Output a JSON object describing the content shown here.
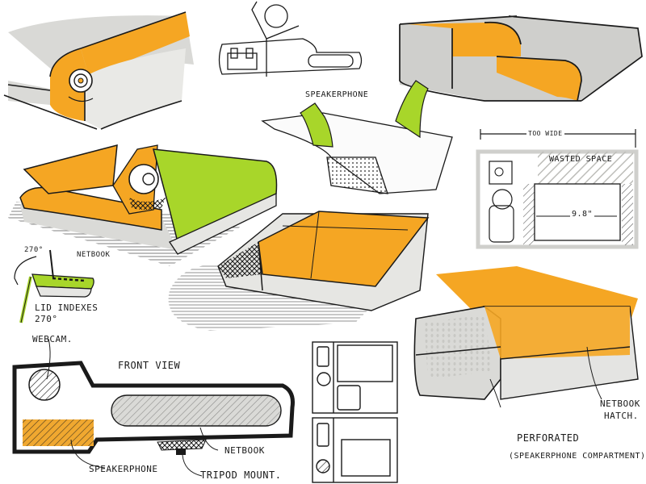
{
  "colors": {
    "orange": "#f5a623",
    "orange_dark": "#e8901a",
    "lime": "#a8d62a",
    "gray_marker": "#cfcfcc",
    "gray_light": "#e4e4e2",
    "ink": "#1a1a1a",
    "paper": "#ffffff"
  },
  "annotations": {
    "speakerphone_top": "Speakerphone",
    "too_wide": "Too wide",
    "wasted_space": "Wasted space",
    "dimension": "9.8\"",
    "angle_top": "270°",
    "netbook_side": "Netbook",
    "lid_indexes_1": "Lid indexes",
    "lid_indexes_2": "270°",
    "webcam": "Webcam.",
    "front_view": "Front view",
    "netbook_front": "Netbook",
    "speakerphone_front": "Speakerphone",
    "tripod_mount": "Tripod mount.",
    "netbook_hatch_1": "Netbook",
    "netbook_hatch_2": "hatch.",
    "perforated": "Perforated",
    "speakerphone_compartment": "(Speakerphone compartment)"
  }
}
